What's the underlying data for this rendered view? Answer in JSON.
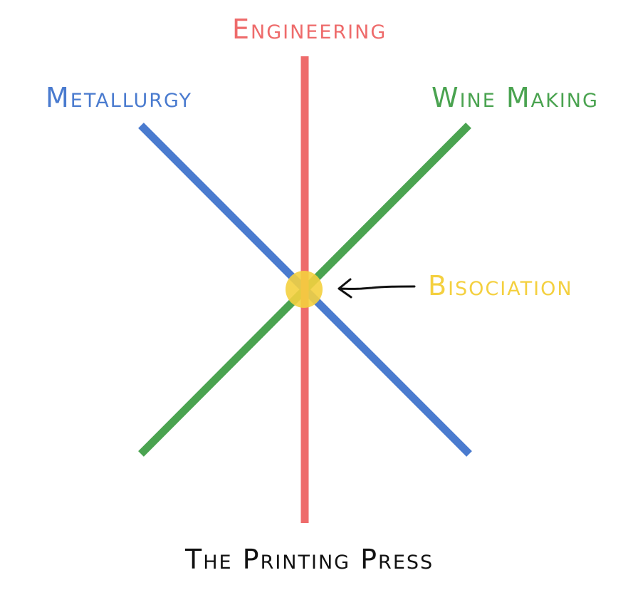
{
  "labels": {
    "engineering": "Engineering",
    "metallurgy": "Metallurgy",
    "wine_making": "Wine Making",
    "bisociation": "Bisociation",
    "printing_press": "The Printing Press"
  },
  "colors": {
    "engineering": "#ee6b6b",
    "metallurgy": "#4a7bcf",
    "wine_making": "#4aa350",
    "bisociation": "#f4d03f",
    "printing_press": "#111111",
    "arrow": "#111111",
    "background": "#ffffff"
  }
}
